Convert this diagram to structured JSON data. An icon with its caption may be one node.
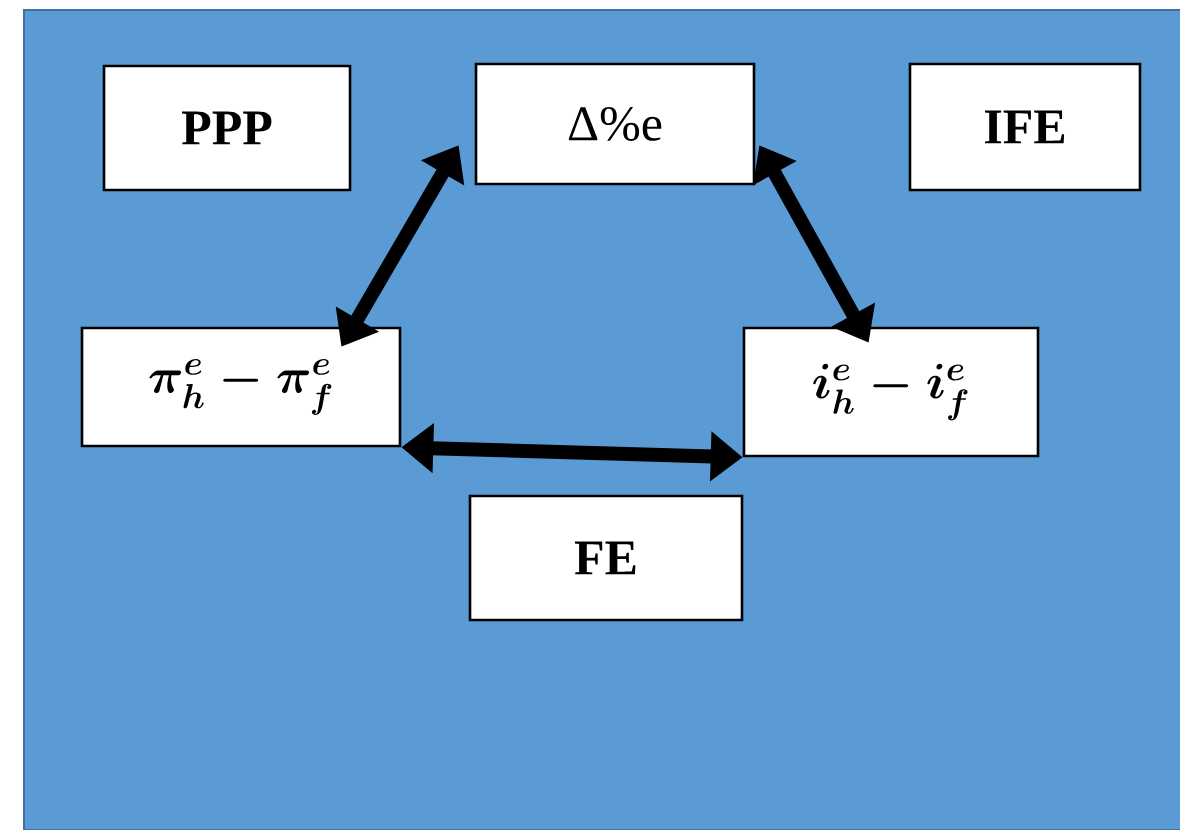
{
  "diagram": {
    "nodes": [
      {
        "text": [
          "PPP"
        ]
      },
      {
        "text": [
          "Δ%e"
        ]
      },
      {
        "text": [
          "IFE"
        ]
      },
      {
        "text": [
          "\\boldsymbol{\\pi_{h}^{e} -\\ \\pi_{f}^{e}}"
        ]
      },
      {
        "text": [
          "\\boldsymbol{i_{h}^{e} -\\ i_{f}^{e}}"
        ]
      },
      {
        "text": [
          "FE"
        ]
      }
    ],
    "edges": [
      {
        "from": 1,
        "to": 3,
        "arrow": "both"
      },
      {
        "from": 1,
        "to": 4,
        "arrow": "both"
      },
      {
        "from": 3,
        "to": 4,
        "arrow": "both"
      }
    ]
  }
}
